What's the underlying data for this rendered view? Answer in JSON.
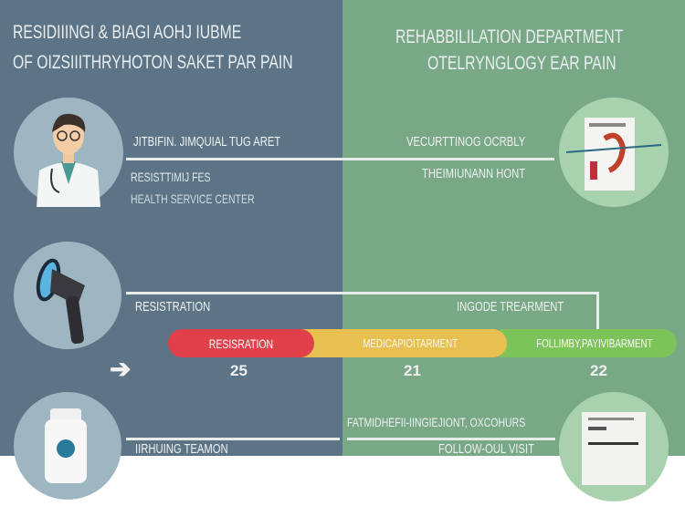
{
  "left": {
    "title_line1": "RESIDIIINGI & BIAGI AOHJ IUBME",
    "title_line2": "OF OIZSIIITHRYHOTON SAKET PAR PAIN",
    "row1_label": "JITBIFIN. JIMQUIAL TUG ARET",
    "row1_sub1": "RESISTTIMIJ FES",
    "row1_sub2": "HEALTH SERVICE CENTER",
    "row2_label": "RESISTRATION",
    "row3_label": "IIRHUING TEAMON"
  },
  "right": {
    "title_line1": "REHABBILILATION DEPARTMENT",
    "title_line2": "OTELRYNGLOGY EAR PAIN",
    "row1_label": "VECURTTINOG OCRBLY",
    "row1_sub": "THEIMIUNANN HONT",
    "row2_label": "INGODE TREARMENT",
    "row3_label": "FATMIDHEFII-IINGIEJIONT, OXCOHURS",
    "row3_sub": "FOLLOW-OUL VISIT"
  },
  "progress": {
    "segments": [
      {
        "label": "RESISRATION",
        "value": "25",
        "color": "#e0404a"
      },
      {
        "label": "MEDICAPIOITARMENT",
        "value": "21",
        "color": "#e8c050"
      },
      {
        "label": "FOLLIMBY,PAYIVIBARMENT",
        "value": "22",
        "color": "#7cc35a"
      }
    ]
  }
}
